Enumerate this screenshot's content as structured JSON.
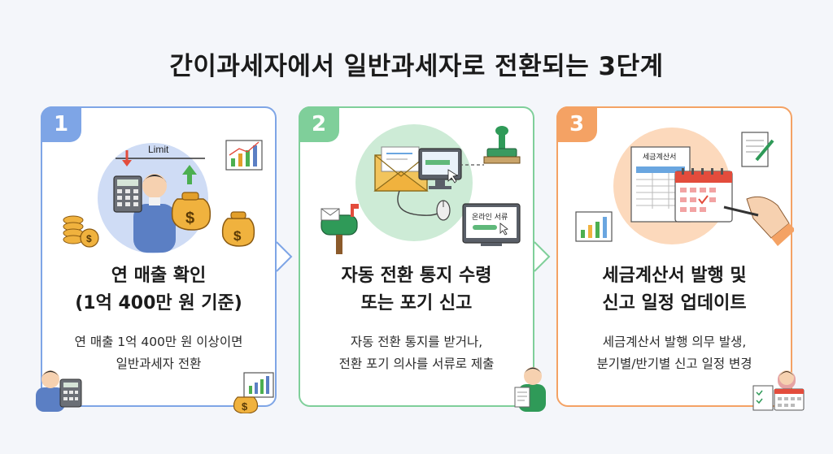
{
  "title": "간이과세자에서 일반과세자로 전환되는 3단계",
  "colors": {
    "step1": "#7ea5e6",
    "step2": "#7fcf9a",
    "step3": "#f4a264"
  },
  "steps": [
    {
      "number": "1",
      "heading_line1": "연 매출 확인",
      "heading_line2": "(1억 400만 원 기준)",
      "desc_line1": "연 매출 1억 400만 원 이상이면",
      "desc_line2": "일반과세자 전환",
      "illustration_label": "Limit",
      "icons": [
        "calculator-icon",
        "person-icon",
        "money-bag-icon",
        "coins-icon",
        "chart-icon"
      ]
    },
    {
      "number": "2",
      "heading_line1": "자동 전환 통지 수령",
      "heading_line2": "또는 포기 신고",
      "desc_line1": "자동 전환 통지를 받거나,",
      "desc_line2": "전환 포기 의사를 서류로 제출",
      "illustration_label": "온라인 서류",
      "icons": [
        "envelope-icon",
        "monitor-icon",
        "stamp-icon",
        "mailbox-icon",
        "mouse-icon"
      ]
    },
    {
      "number": "3",
      "heading_line1": "세금계산서 발행 및",
      "heading_line2": "신고 일정 업데이트",
      "desc_line1": "세금계산서 발행 의무 발생,",
      "desc_line2": "분기별/반기별 신고 일정 변경",
      "illustration_label": "세금계산서",
      "icons": [
        "invoice-icon",
        "calendar-icon",
        "pen-icon",
        "chart-icon",
        "document-icon"
      ]
    }
  ]
}
